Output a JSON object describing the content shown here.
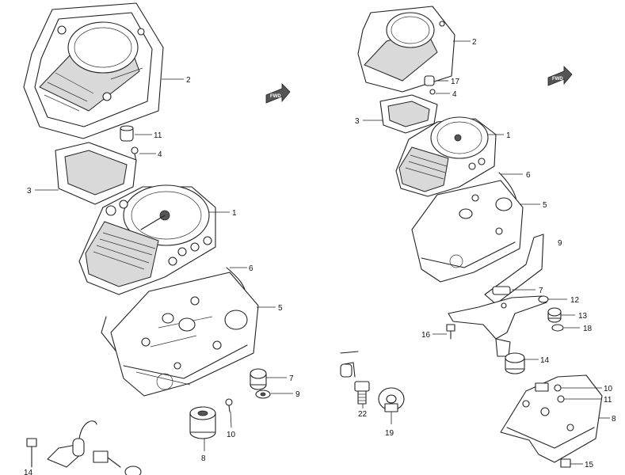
{
  "forward_marker": {
    "text": "FWD"
  },
  "left_assembly": {
    "labels": {
      "p2": "2",
      "p11": "11",
      "p4": "4",
      "p3": "3",
      "p1": "1",
      "p6": "6",
      "p5": "5",
      "p7": "7",
      "p9": "9",
      "p10": "10",
      "p8": "8",
      "p14": "14"
    }
  },
  "right_assembly": {
    "labels": {
      "p2": "2",
      "p17": "17",
      "p4": "4",
      "p3": "3",
      "p1": "1",
      "p6": "6",
      "p5": "5",
      "p9": "9",
      "p7": "7",
      "p12": "12",
      "p13": "13",
      "p18": "18",
      "p16": "16",
      "p14": "14",
      "p10": "10",
      "p11": "11",
      "p8": "8",
      "p15": "15",
      "p22": "22",
      "p19": "19"
    }
  }
}
